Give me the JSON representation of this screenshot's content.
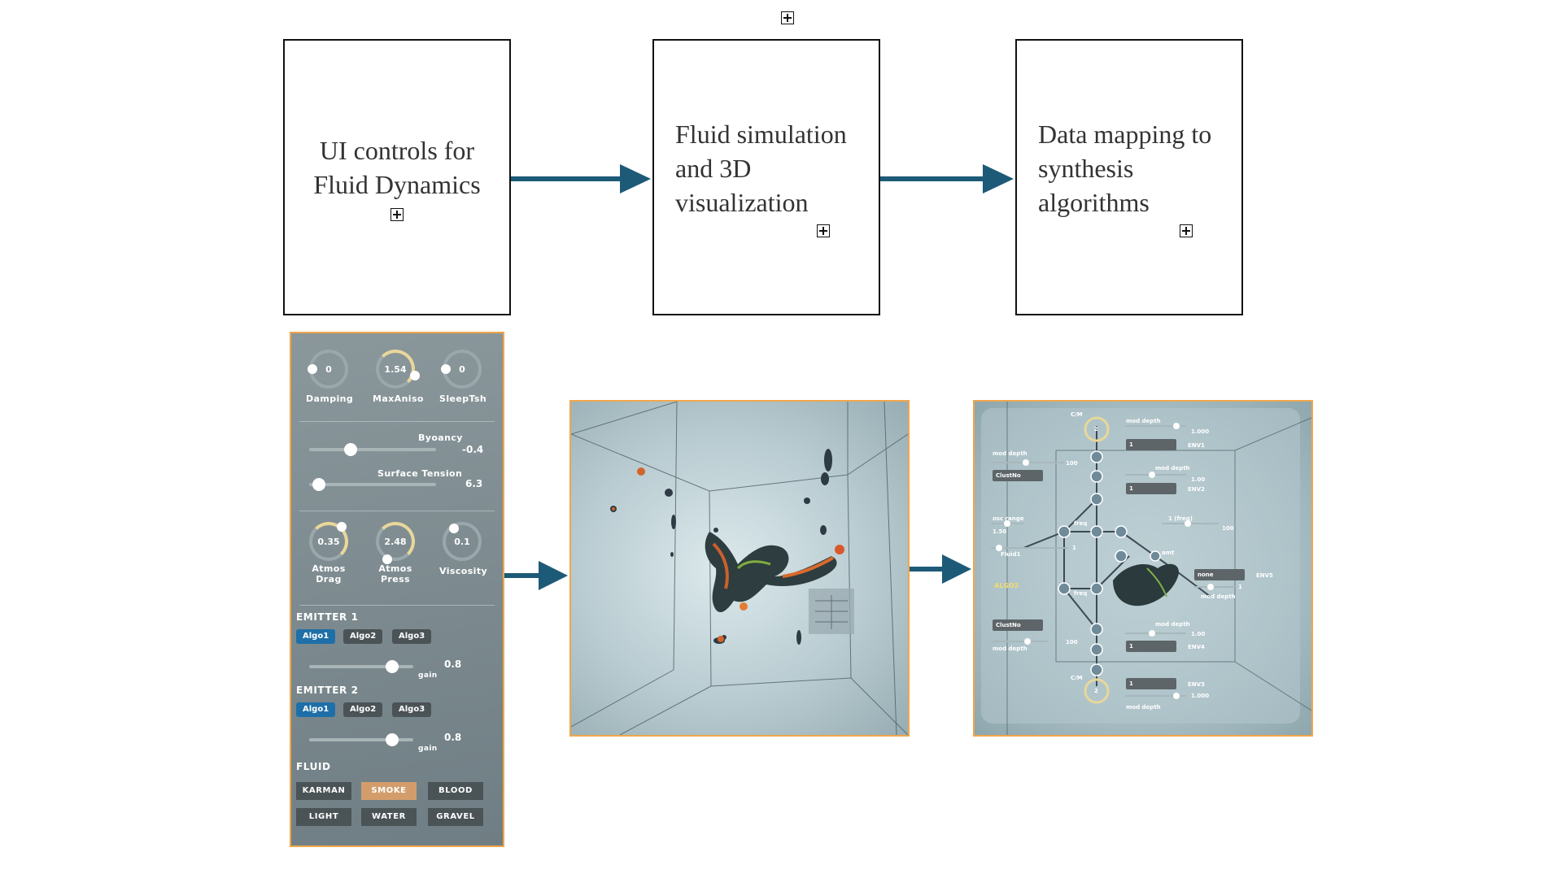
{
  "diagram": {
    "top_anchor": "⊞",
    "boxes": [
      {
        "id": "ui",
        "text": "UI  controls  for\nFluid Dynamics"
      },
      {
        "id": "sim",
        "text": "Fluid simulation\nand 3D\nvisualization"
      },
      {
        "id": "map",
        "text": "Data mapping to\nsynthesis\nalgorithms"
      }
    ],
    "arrow_color": "#1d5a78"
  },
  "ui_panel": {
    "knobs_top": [
      {
        "value": "0",
        "label": "Damping"
      },
      {
        "value": "1.54",
        "label": "MaxAniso"
      },
      {
        "value": "0",
        "label": "SleepTsh"
      }
    ],
    "sliders": [
      {
        "label": "Byoancy",
        "value": "-0.4",
        "fraction": 0.33
      },
      {
        "label": "Surface Tension",
        "value": "6.3",
        "fraction": 0.08
      }
    ],
    "knobs_bottom": [
      {
        "value": "0.35",
        "label": "Atmos\nDrag"
      },
      {
        "value": "2.48",
        "label": "Atmos\nPress"
      },
      {
        "value": "0.1",
        "label": "Viscosity"
      }
    ],
    "emitters": [
      {
        "title": "EMITTER 1",
        "algos": [
          "Algo1",
          "Algo2",
          "Algo3"
        ],
        "selected": 0,
        "gain_value": "0.8",
        "gain_label": "gain",
        "fraction": 0.8
      },
      {
        "title": "EMITTER 2",
        "algos": [
          "Algo1",
          "Algo2",
          "Algo3"
        ],
        "selected": 0,
        "gain_value": "0.8",
        "gain_label": "gain",
        "fraction": 0.8
      }
    ],
    "fluid": {
      "title": "FLUID",
      "buttons": [
        "KARMAN",
        "SMOKE",
        "BLOOD",
        "LIGHT",
        "WATER",
        "GRAVEL"
      ],
      "selected": "SMOKE"
    },
    "accent": "#1e6fa8",
    "selected_fluid_color": "#d39d6b"
  },
  "map_panel": {
    "labels": {
      "cm_top": "C/M",
      "cm_bottom": "C/M",
      "knob_top": "2",
      "knob_bottom": "2",
      "mod_depth": "mod depth",
      "osc_range": "osc range",
      "fluid1": "Fluid1",
      "algo2": "ALGO2",
      "freq": "freq",
      "lfo": "1 (freq)",
      "amt": "amt",
      "none": "none",
      "clust": "ClustNo",
      "val_1000": "1.000",
      "val_100": "1.00",
      "val_100i": "100",
      "val_150": "1.50",
      "val_1": "1",
      "env": [
        "ENV1",
        "ENV2",
        "ENV3",
        "ENV4",
        "ENV5"
      ]
    }
  }
}
